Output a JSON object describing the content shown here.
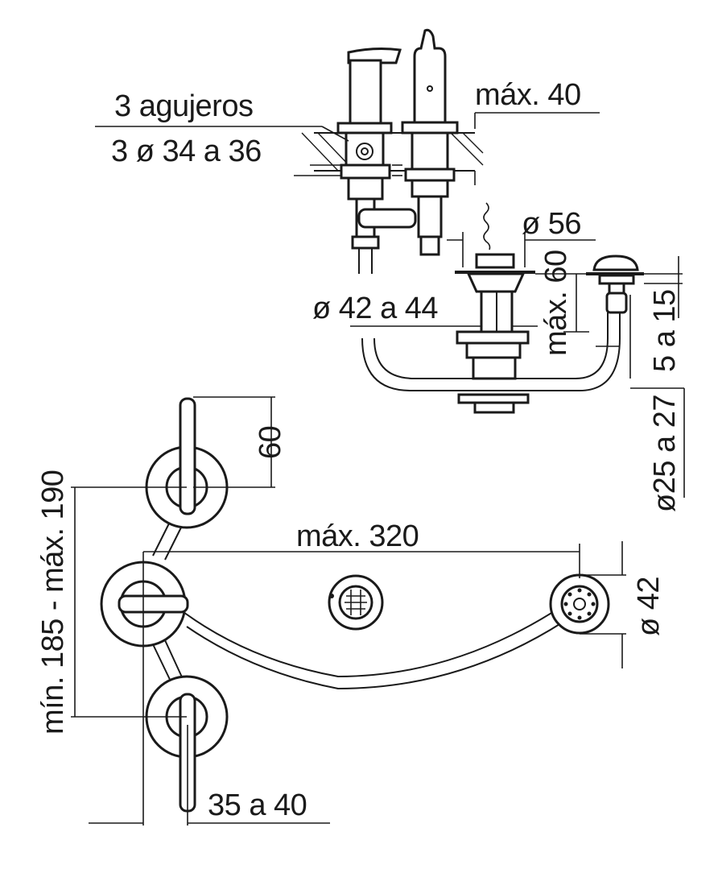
{
  "labels": {
    "holes_count": "3 agujeros",
    "holes_diameter": "3 ø 34 a 36",
    "max_deck": "máx. 40",
    "drain_diameter": "ø 56",
    "drain_hole": "ø 42 a 44",
    "max_60": "máx. 60",
    "range_5_15": "5 a 15",
    "hose_diameter": "ø25 a 27",
    "handle_height": "60",
    "spacing_vertical": "mín. 185 - máx. 190",
    "max_width": "máx. 320",
    "spout_diameter": "ø 42",
    "offset": "35 a 40"
  }
}
